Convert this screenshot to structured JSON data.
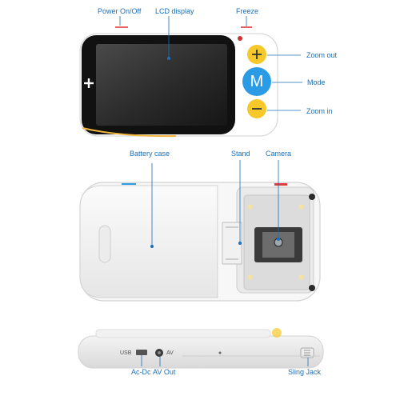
{
  "labels": {
    "power": "Power On/Off",
    "lcd": "LCD display",
    "freeze": "Freeze",
    "zoom_out": "Zoom out",
    "mode": "Mode",
    "zoom_in": "Zoom in",
    "battery_case": "Battery case",
    "stand": "Stand",
    "camera": "Camera",
    "usb": "USB",
    "av": "AV",
    "acdc": "Ac-Dc",
    "av_out": "AV Out",
    "sling_jack": "Sling Jack"
  },
  "buttons": {
    "plus_symbol": "+",
    "mode_symbol": "M",
    "minus_symbol": "−"
  },
  "colors": {
    "label_blue": "#1b6fb8",
    "zoom_button_yellow": "#f6c82a",
    "mode_button_blue": "#2c9be6",
    "pointer_red": "#e23b3b",
    "screen_black": "#151515"
  }
}
